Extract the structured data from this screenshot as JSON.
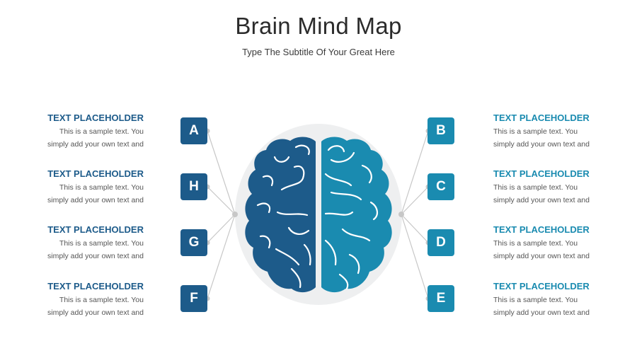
{
  "title": "Brain Mind Map",
  "subtitle": "Type The Subtitle Of Your Great Here",
  "colors": {
    "left_accent": "#1d5b8a",
    "right_accent": "#1a8bb0",
    "brain_bg": "#eeeff0",
    "connector": "#c7c7c7"
  },
  "left_items": [
    {
      "letter": "A",
      "heading": "TEXT PLACEHOLDER",
      "line1": "This is a sample text. You",
      "line2": "simply add your own text and"
    },
    {
      "letter": "H",
      "heading": "TEXT PLACEHOLDER",
      "line1": "This is a sample text. You",
      "line2": "simply add your own text and"
    },
    {
      "letter": "G",
      "heading": "TEXT PLACEHOLDER",
      "line1": "This is a sample text. You",
      "line2": "simply add your own text and"
    },
    {
      "letter": "F",
      "heading": "TEXT PLACEHOLDER",
      "line1": "This is a sample text. You",
      "line2": "simply add your own text and"
    }
  ],
  "right_items": [
    {
      "letter": "B",
      "heading": "TEXT PLACEHOLDER",
      "line1": "This is a sample text. You",
      "line2": "simply add your own text and"
    },
    {
      "letter": "C",
      "heading": "TEXT PLACEHOLDER",
      "line1": "This is a sample text. You",
      "line2": "simply add your own text and"
    },
    {
      "letter": "D",
      "heading": "TEXT PLACEHOLDER",
      "line1": "This is a sample text. You",
      "line2": "simply add your own text and"
    },
    {
      "letter": "E",
      "heading": "TEXT PLACEHOLDER",
      "line1": "This is a sample text. You",
      "line2": "simply add your own text and"
    }
  ]
}
